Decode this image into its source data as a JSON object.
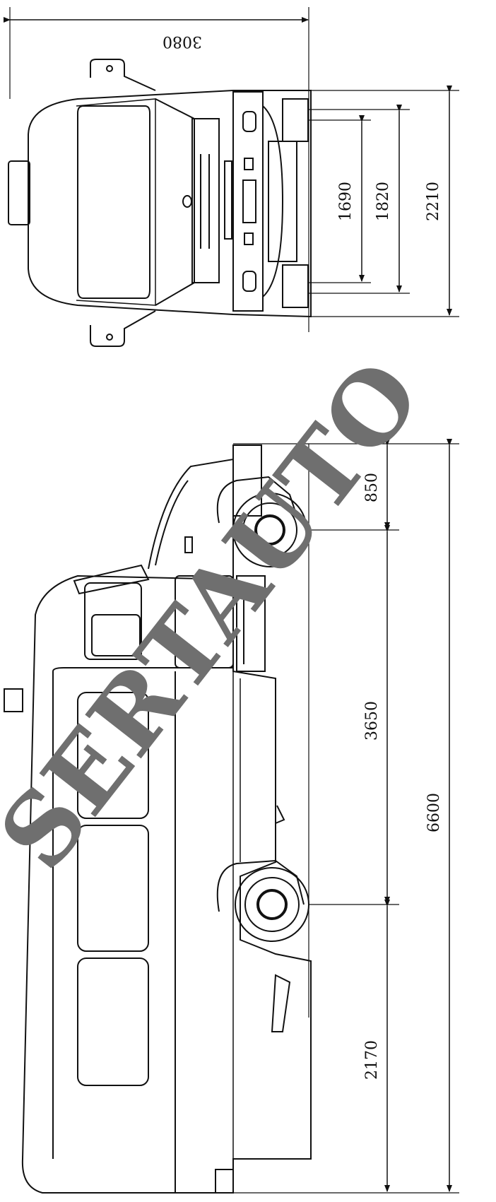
{
  "dimensions": {
    "top_view": {
      "overall_length": "3080",
      "rear_track": "1690",
      "front_track": "1820",
      "overall_width": "2210"
    },
    "side_view": {
      "front_overhang": "850",
      "wheelbase": "3650",
      "rear_overhang": "2170",
      "overall_length": "6600"
    }
  },
  "watermark": "SERTAUTO",
  "colors": {
    "ink": "#111111",
    "watermark": "#6f6f6f",
    "background": "#ffffff"
  }
}
